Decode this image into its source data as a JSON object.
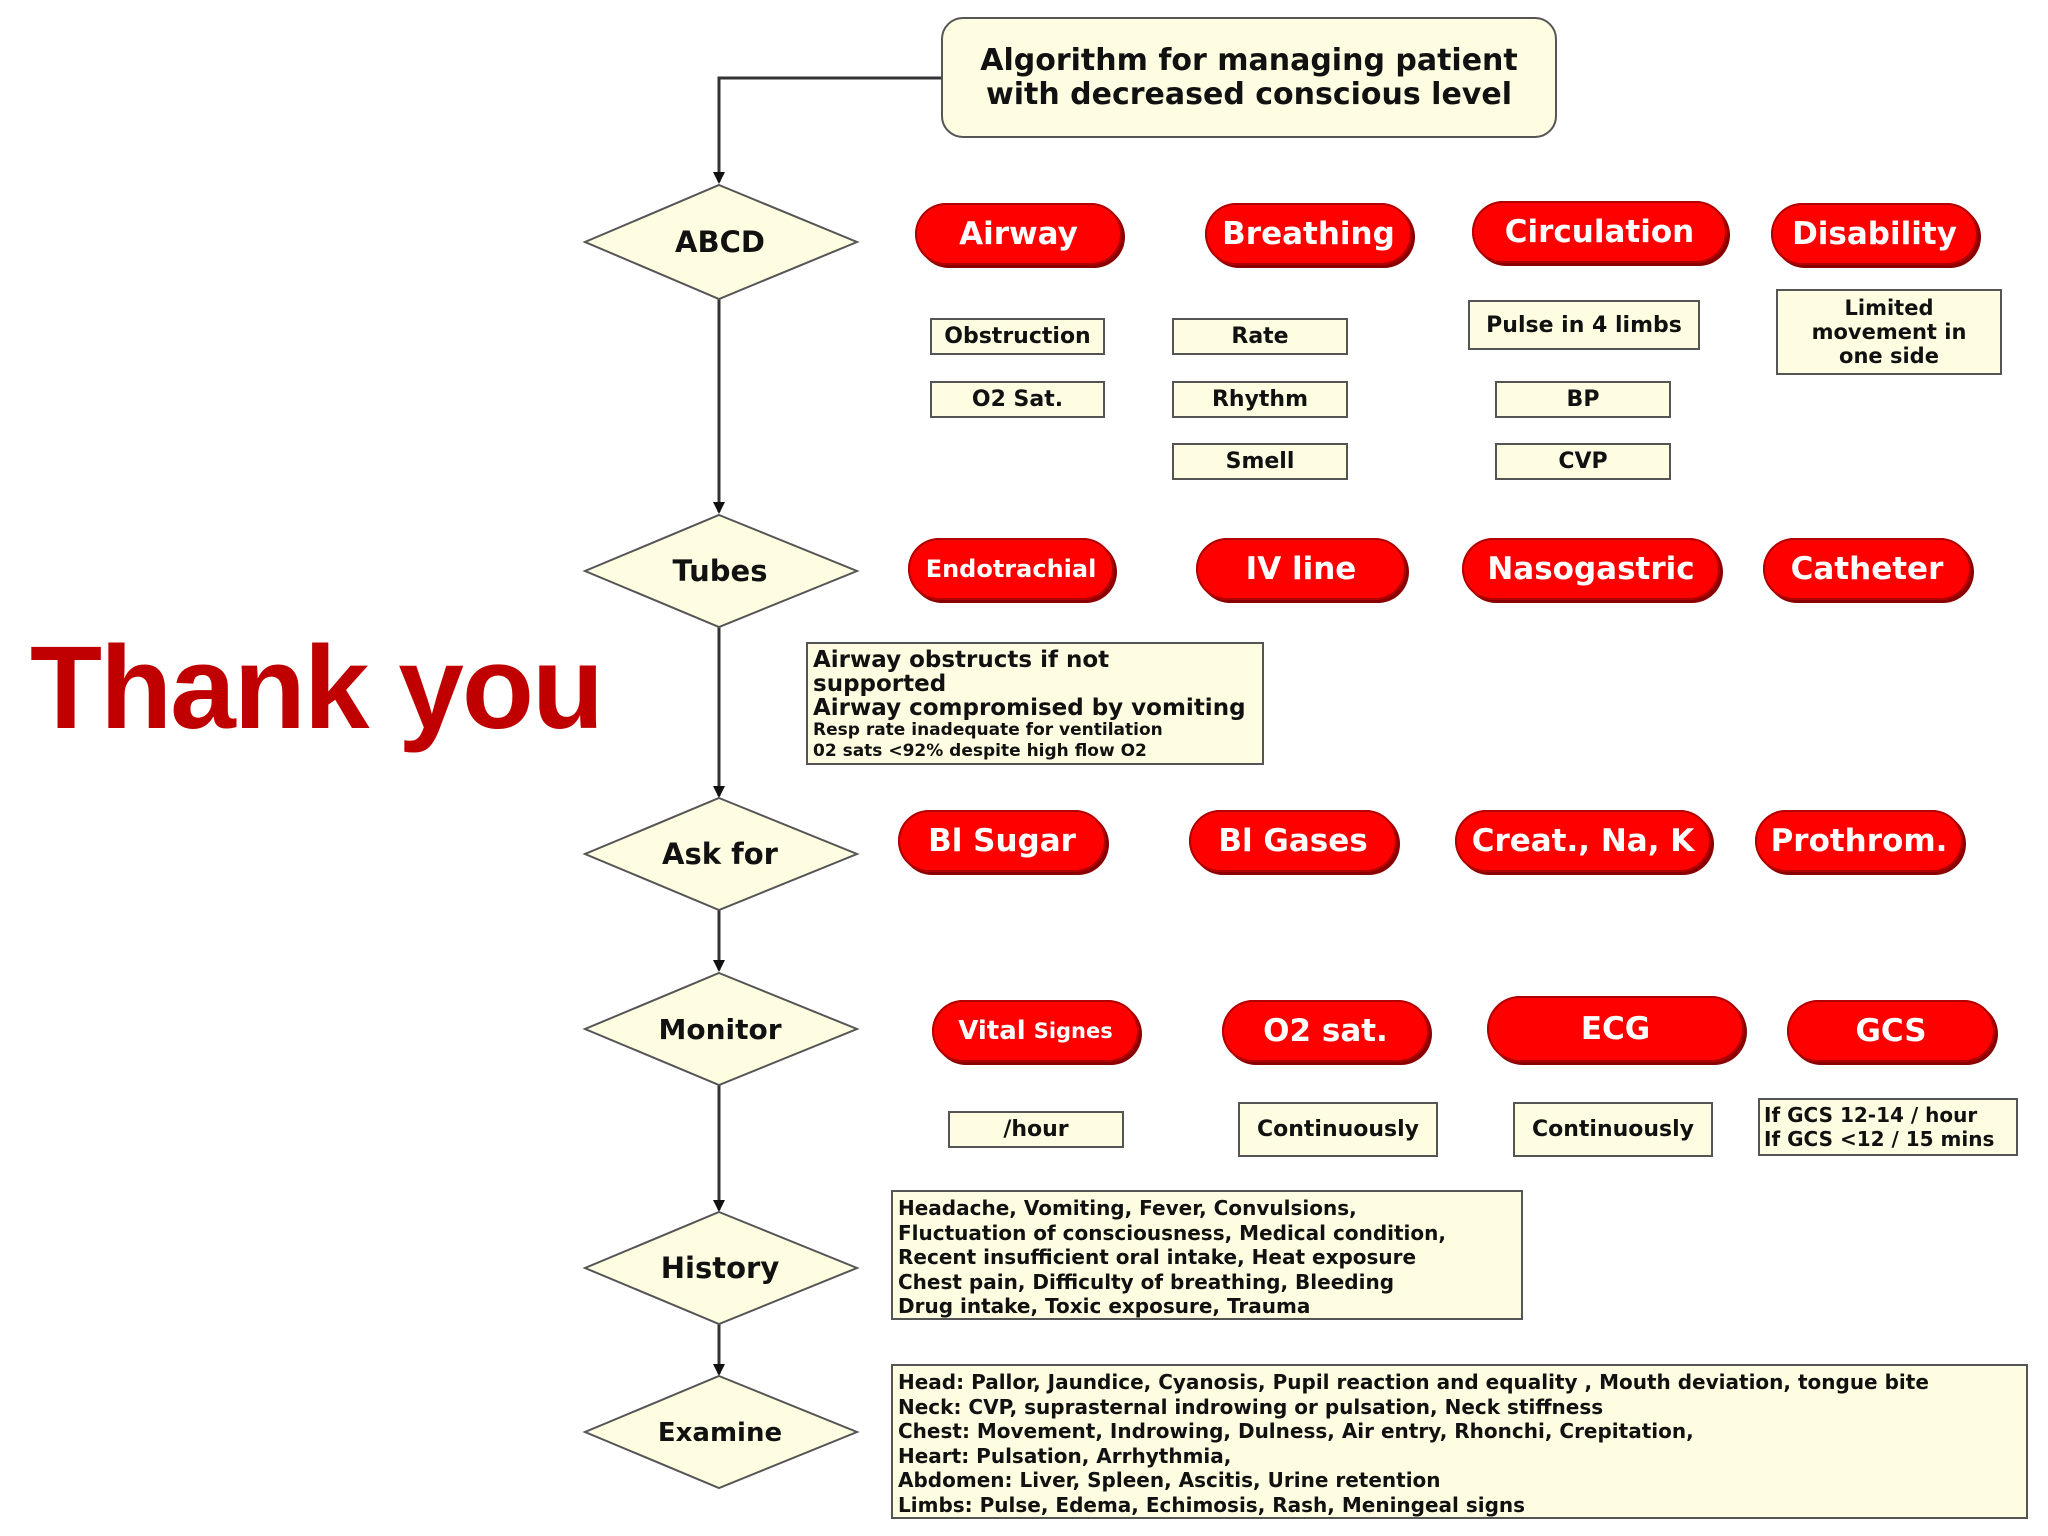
{
  "slide": {
    "thank_you": "Thank you"
  },
  "flowchart": {
    "title_lines": [
      "Algorithm for managing patient",
      "with decreased conscious level"
    ],
    "steps": [
      "ABCD",
      "Tubes",
      "Ask for",
      "Monitor",
      "History",
      "Examine"
    ],
    "abcd": {
      "pills": [
        "Airway",
        "Breathing",
        "Circulation",
        "Disability"
      ],
      "airway_items": [
        "Obstruction",
        "O2 Sat."
      ],
      "breathing_items": [
        "Rate",
        "Rhythm",
        "Smell"
      ],
      "circulation_items": [
        "Pulse in 4 limbs",
        "BP",
        "CVP"
      ],
      "disability_lines": [
        "Limited",
        "movement in",
        "one side"
      ]
    },
    "tubes": {
      "pills": [
        "Endotrachial",
        "IV line",
        "Nasogastric",
        "Catheter"
      ],
      "note_lines_big": [
        "Airway obstructs if not",
        "supported",
        "Airway compromised by vomiting"
      ],
      "note_lines_small": [
        "Resp rate inadequate for ventilation",
        "02 sats <92% despite high flow O2"
      ]
    },
    "ask_for": {
      "pills": [
        "Bl Sugar",
        "Bl Gases",
        "Creat., Na, K",
        "Prothrom."
      ]
    },
    "monitor": {
      "pills": [
        "Vital Signes",
        "O2 sat.",
        "ECG",
        "GCS"
      ],
      "vital_main": "Vital",
      "vital_small": "Signes",
      "items": [
        "/hour",
        "Continuously",
        "Continuously"
      ],
      "gcs_lines": [
        "If GCS 12-14 / hour",
        "If GCS <12  / 15 mins"
      ]
    },
    "history": {
      "lines": [
        "Headache, Vomiting, Fever, Convulsions,",
        "Fluctuation of consciousness, Medical condition,",
        "Recent insufficient oral intake, Heat exposure",
        "Chest pain, Difficulty of breathing, Bleeding",
        "Drug intake, Toxic exposure, Trauma"
      ]
    },
    "examine": {
      "lines": [
        "Head: Pallor, Jaundice, Cyanosis, Pupil reaction and equality , Mouth deviation, tongue bite",
        "Neck: CVP, suprasternal indrowing or pulsation, Neck stiffness",
        "Chest: Movement, Indrowing, Dulness, Air entry, Rhonchi, Crepitation,",
        "Heart: Pulsation, Arrhythmia,",
        "Abdomen: Liver, Spleen, Ascitis, Urine retention",
        "Limbs: Pulse, Edema, Echimosis, Rash, Meningeal signs"
      ]
    },
    "colors": {
      "pill_fill": "#ff0000",
      "box_fill": "#fffde1",
      "diamond_fill": "#fffde1",
      "thank_you": "#c00000"
    }
  }
}
